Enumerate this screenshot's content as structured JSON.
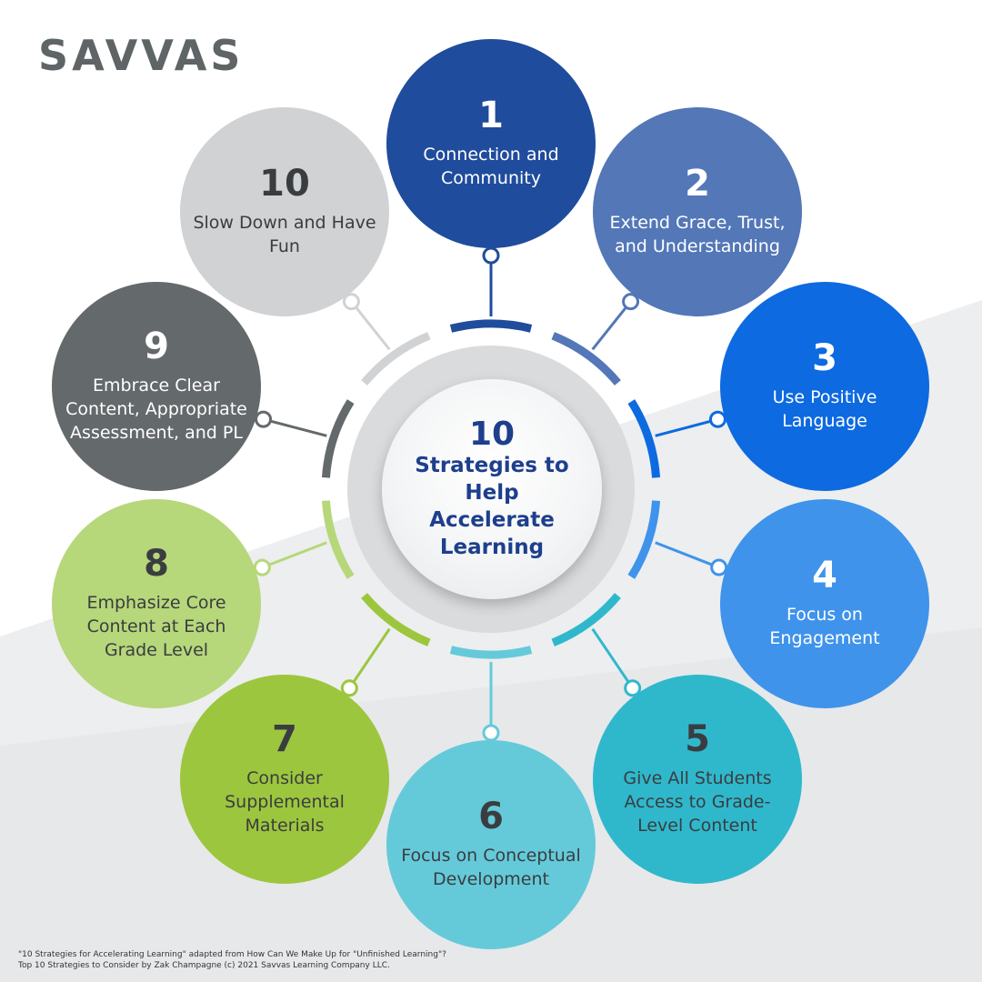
{
  "brand": "SAVVAS",
  "center": {
    "number": "10",
    "title": "Strategies to Help Accelerate Learning"
  },
  "strategies": [
    {
      "number": "1",
      "label": "Connection and Community",
      "color": "#1f4c9c",
      "text_color": "#ffffff"
    },
    {
      "number": "2",
      "label": "Extend Grace, Trust, and Understanding",
      "color": "#5377b7",
      "text_color": "#ffffff"
    },
    {
      "number": "3",
      "label": "Use Positive Language",
      "color": "#0d6ae0",
      "text_color": "#ffffff"
    },
    {
      "number": "4",
      "label": "Focus on Engagement",
      "color": "#3f93ea",
      "text_color": "#ffffff"
    },
    {
      "number": "5",
      "label": "Give All Students Access to Grade-Level Content",
      "color": "#2fb8cc",
      "text_color": "#3a3d40"
    },
    {
      "number": "6",
      "label": "Focus on Conceptual Development",
      "color": "#64cad9",
      "text_color": "#3a3d40"
    },
    {
      "number": "7",
      "label": "Consider Supplemental Materials",
      "color": "#9cc63d",
      "text_color": "#3a3d40"
    },
    {
      "number": "8",
      "label": "Emphasize Core Content at Each Grade Level",
      "color": "#b6d77a",
      "text_color": "#3a3d40"
    },
    {
      "number": "9",
      "label": "Embrace Clear Content, Appropriate Assessment, and PL",
      "color": "#64696b",
      "text_color": "#ffffff"
    },
    {
      "number": "10",
      "label": "Slow Down and Have Fun",
      "color": "#d0d2d4",
      "text_color": "#3a3d40"
    }
  ],
  "footnote": {
    "line1": "\"10 Strategies for Accelerating Learning\" adapted from How Can We Make Up for \"Unfinished Learning\"?",
    "line2": "Top 10 Strategies to Consider by Zak Champagne (c) 2021 Savvas Learning Company LLC."
  }
}
